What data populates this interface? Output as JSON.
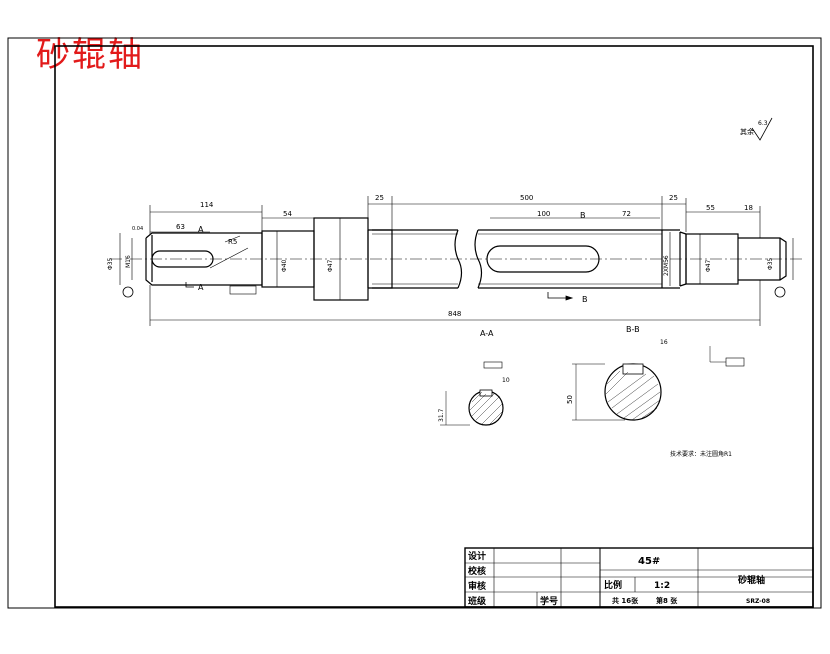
{
  "header_title": "砂辊轴",
  "roughness_note": {
    "label": "其余",
    "value": "6.3"
  },
  "dims": {
    "d114": "114",
    "d63": "63",
    "d54": "54",
    "d25a": "25",
    "d500": "500",
    "d100": "100",
    "d72": "72",
    "d25b": "25",
    "d55": "55",
    "d18": "18",
    "d848": "848",
    "r5": "R5",
    "bevel": "0.04"
  },
  "markers": {
    "A_left": "A",
    "A_bottom": "A",
    "B_top": "B",
    "B_bottom": "B"
  },
  "diameters": {
    "d35": "Φ35",
    "m16": "M16",
    "d40": "Φ40",
    "d47": "Φ47",
    "m56": "2XM56",
    "d47b": "Φ47",
    "d35b": "Φ35"
  },
  "sections": {
    "aa_title": "A-A",
    "aa_depth": "31.7",
    "aa_width": "10",
    "bb_title": "B-B",
    "bb_depth": "50",
    "bb_width": "16"
  },
  "tech_note": "技术要求：未注圆角R1",
  "title_block": {
    "row_labels": [
      "设计",
      "校核",
      "审核",
      "班级"
    ],
    "student_no": "学号",
    "material": "45#",
    "scale_label": "比例",
    "scale_value": "1:2",
    "part_name": "砂辊轴",
    "sheets": "共 16张",
    "sheet_no": "第8 张",
    "drawing_no": "SRZ-08"
  }
}
